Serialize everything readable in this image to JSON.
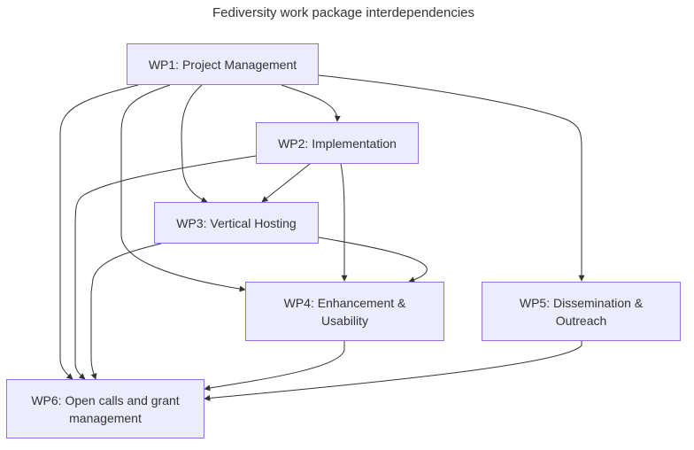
{
  "title": "Fediversity work package interdependencies",
  "colors": {
    "node_fill": "#ECECFF",
    "node_border": "#9370DB",
    "edge": "#333333",
    "text": "#333333"
  },
  "nodes": [
    {
      "id": "WP1",
      "label": "WP1: Project Management"
    },
    {
      "id": "WP2",
      "label": "WP2: Implementation"
    },
    {
      "id": "WP3",
      "label": "WP3: Vertical Hosting"
    },
    {
      "id": "WP4",
      "label": "WP4: Enhancement & Usability"
    },
    {
      "id": "WP5",
      "label": "WP5: Dissemination & Outreach"
    },
    {
      "id": "WP6",
      "label": "WP6: Open calls and grant management"
    }
  ],
  "edges": [
    {
      "from": "WP1",
      "to": "WP2"
    },
    {
      "from": "WP1",
      "to": "WP3"
    },
    {
      "from": "WP1",
      "to": "WP4"
    },
    {
      "from": "WP1",
      "to": "WP5"
    },
    {
      "from": "WP1",
      "to": "WP6"
    },
    {
      "from": "WP2",
      "to": "WP3"
    },
    {
      "from": "WP2",
      "to": "WP4"
    },
    {
      "from": "WP2",
      "to": "WP6"
    },
    {
      "from": "WP3",
      "to": "WP4"
    },
    {
      "from": "WP3",
      "to": "WP6"
    },
    {
      "from": "WP4",
      "to": "WP6"
    },
    {
      "from": "WP5",
      "to": "WP6"
    }
  ]
}
